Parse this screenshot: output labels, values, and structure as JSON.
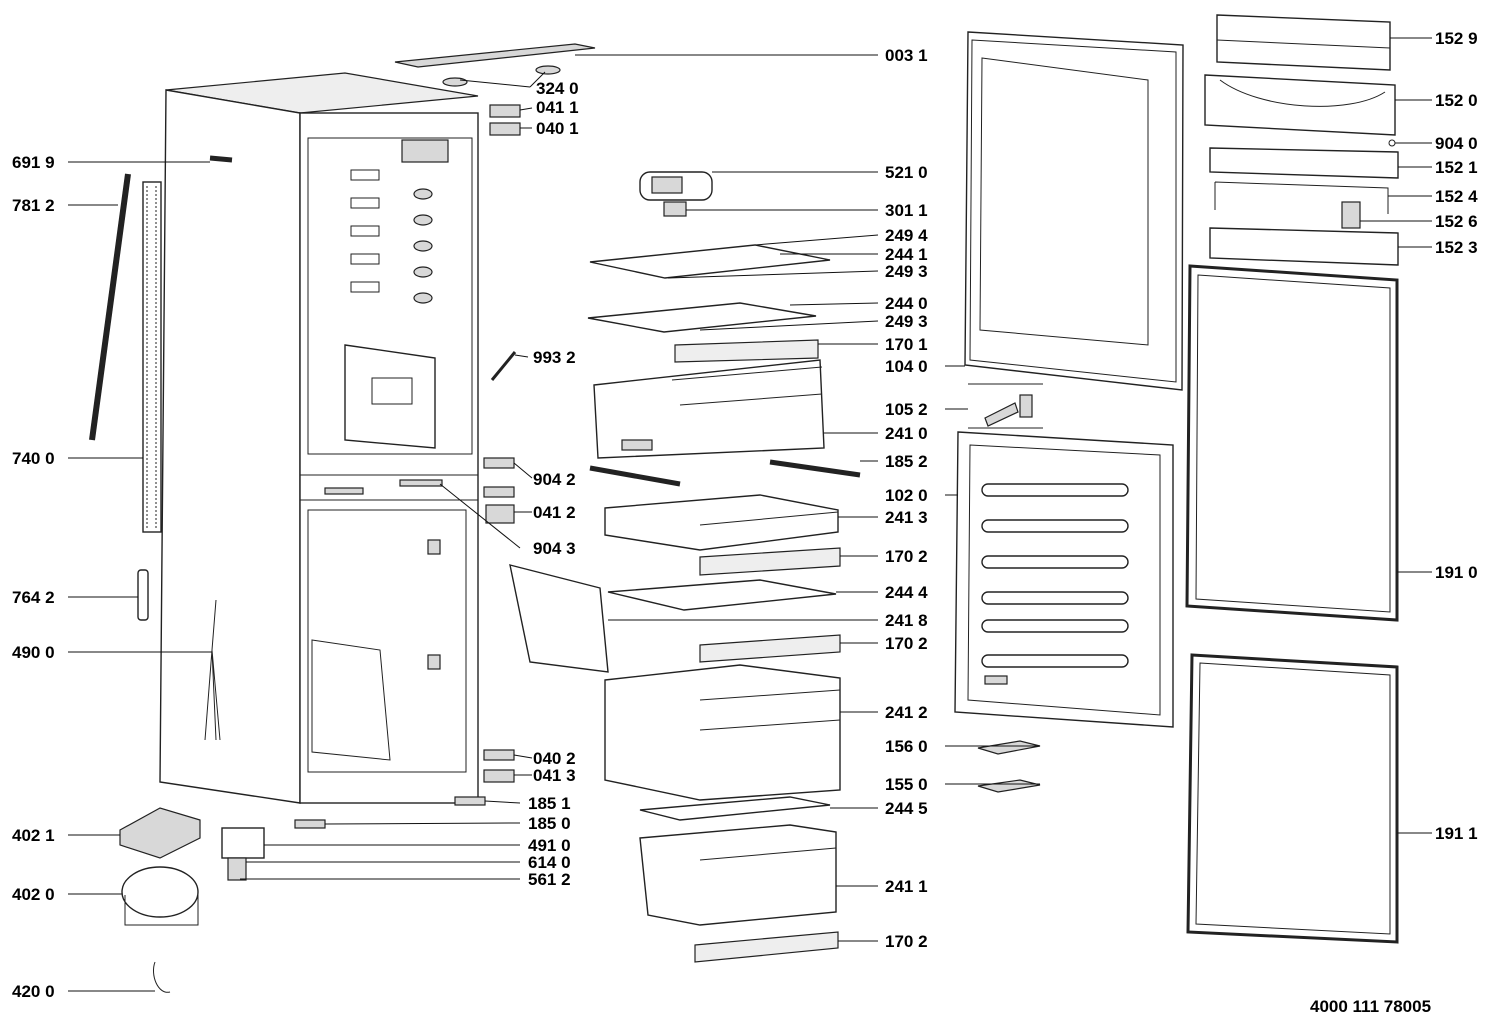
{
  "document_number": "4000 111 78005",
  "labels": {
    "p0031": "003 1",
    "p3240": "324 0",
    "p0411": "041 1",
    "p0401": "040 1",
    "p6919": "691 9",
    "p7812": "781 2",
    "p7400": "740 0",
    "p7642": "764 2",
    "p4900": "490 0",
    "p4021": "402 1",
    "p4020": "402 0",
    "p4200": "420 0",
    "p5210": "521 0",
    "p3011": "301 1",
    "p2494": "249 4",
    "p2441": "244 1",
    "p2493a": "249 3",
    "p2440": "244 0",
    "p2493b": "249 3",
    "p1701": "170 1",
    "p1040": "104 0",
    "p9932": "993 2",
    "p1052": "105 2",
    "p2410": "241 0",
    "p1852": "185 2",
    "p9042": "904 2",
    "p1020": "102 0",
    "p0412": "041 2",
    "p2413": "241 3",
    "p9043": "904 3",
    "p1702a": "170 2",
    "p2444": "244 4",
    "p2418": "241 8",
    "p1702b": "170 2",
    "p2412": "241 2",
    "p0402": "040 2",
    "p1560": "156 0",
    "p0413": "041 3",
    "p1550": "155 0",
    "p1851": "185 1",
    "p2445": "244 5",
    "p1850": "185 0",
    "p4910": "491 0",
    "p6140": "614 0",
    "p5612": "561 2",
    "p2411": "241 1",
    "p1702c": "170 2",
    "p1529": "152 9",
    "p1520": "152 0",
    "p9040": "904 0",
    "p1521": "152 1",
    "p1524": "152 4",
    "p1526": "152 6",
    "p1523": "152 3",
    "p1910": "191 0",
    "p1911": "191 1"
  }
}
